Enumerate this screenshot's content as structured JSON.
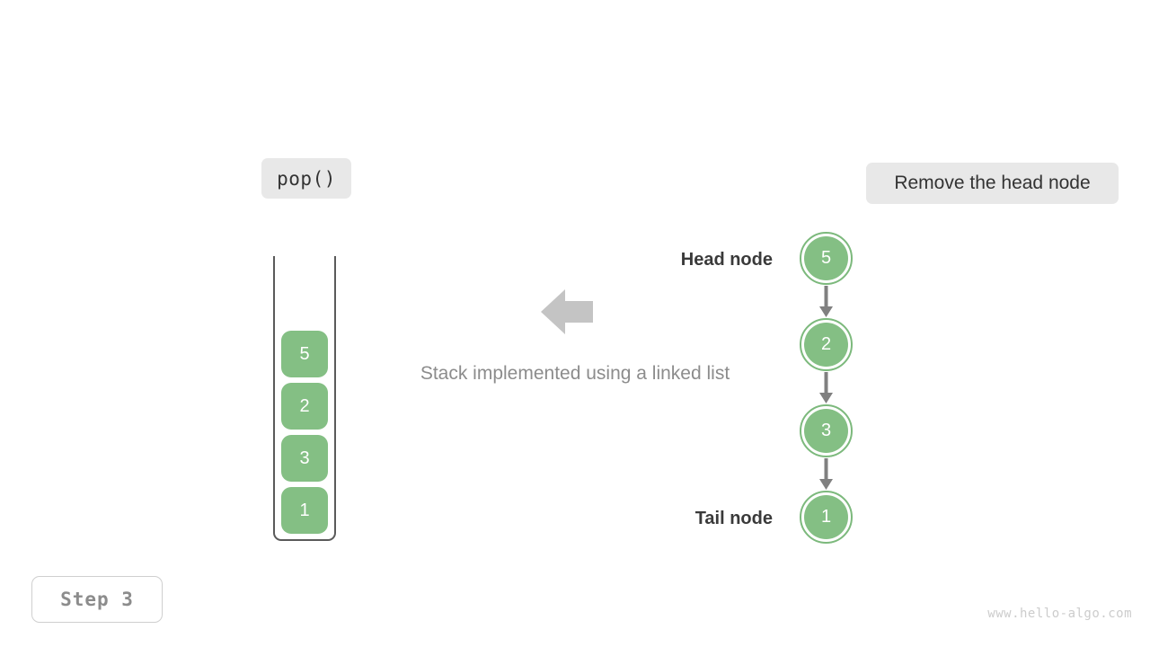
{
  "operation": {
    "label": "pop()"
  },
  "description": {
    "label": "Remove the head node"
  },
  "caption": {
    "text": "Stack implemented using a linked list"
  },
  "stack": {
    "cells": [
      {
        "value": "5"
      },
      {
        "value": "2"
      },
      {
        "value": "3"
      },
      {
        "value": "1"
      }
    ]
  },
  "linked_list": {
    "head_label": "Head node",
    "tail_label": "Tail node",
    "nodes": [
      {
        "value": "5"
      },
      {
        "value": "2"
      },
      {
        "value": "3"
      },
      {
        "value": "1"
      }
    ]
  },
  "step": {
    "label": "Step 3"
  },
  "watermark": {
    "text": "www.hello-algo.com"
  },
  "colors": {
    "node_fill": "#84bf84",
    "node_ring": "#7cb97c",
    "badge_bg": "#e8e8e8",
    "arrow_gray": "#c4c4c4",
    "link_gray": "#808080",
    "caption_gray": "#8c8c8c",
    "container_stroke": "#5a5a5a"
  }
}
